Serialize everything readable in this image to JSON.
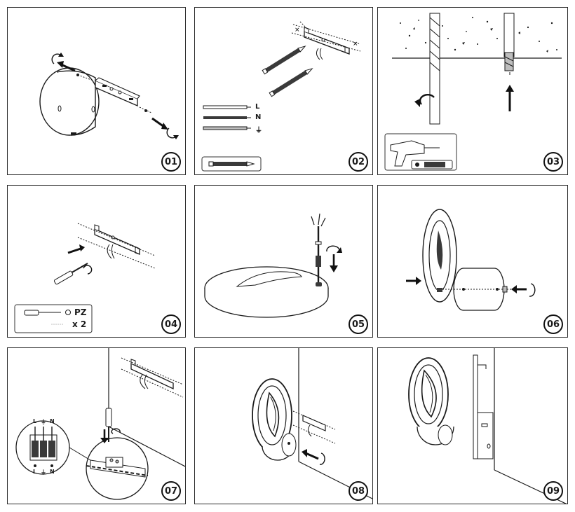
{
  "steps": [
    {
      "number": "01"
    },
    {
      "number": "02",
      "wires": {
        "live": "L",
        "neutral": "N",
        "earth": "⏚"
      }
    },
    {
      "number": "03"
    },
    {
      "number": "04",
      "tool": {
        "screwdriver_type": "PZ",
        "screw_qty": "x 2"
      }
    },
    {
      "number": "05"
    },
    {
      "number": "06"
    },
    {
      "number": "07",
      "terminal_labels": {
        "top_left": "L",
        "top_mid": "⏚",
        "top_right": "N",
        "bottom_left": "L",
        "bottom_mid": "⏚",
        "bottom_right": "N"
      }
    },
    {
      "number": "08"
    },
    {
      "number": "09"
    }
  ],
  "colors": {
    "line": "#1a1a1a",
    "fill_dark": "#3a3a3a",
    "fill_mid": "#bdbdbd",
    "fill_light": "#efefef",
    "arrow": "#111111"
  }
}
